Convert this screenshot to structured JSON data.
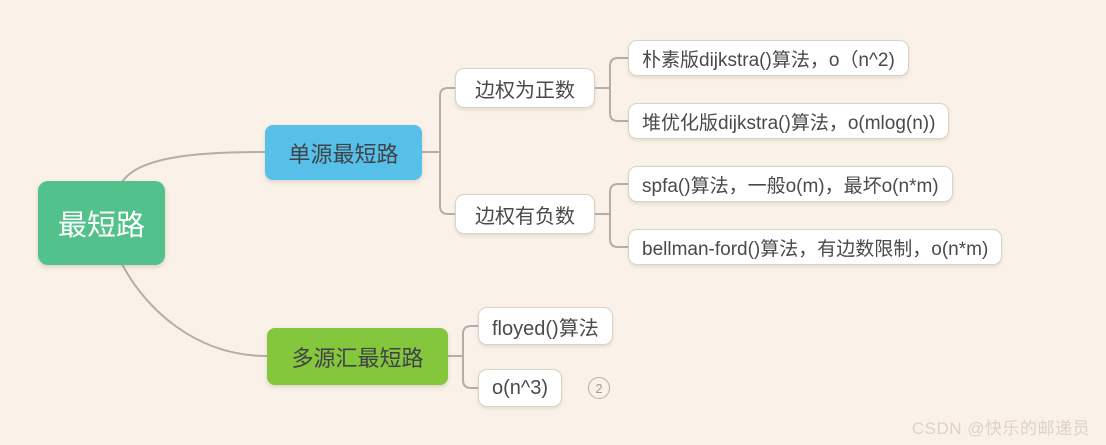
{
  "colors": {
    "background": "#faf2e8",
    "root_fill": "#52c18b",
    "branch1_fill": "#57c0e8",
    "branch2_fill": "#84c63c",
    "node_border": "#d8d3ca",
    "connector": "#b2aeaa",
    "text_dark": "#4a4a4a",
    "text_white": "#ffffff"
  },
  "mindmap": {
    "root": {
      "label": "最短路"
    },
    "branches": [
      {
        "label": "单源最短路",
        "children": [
          {
            "label": "边权为正数",
            "children": [
              {
                "label": "朴素版dijkstra()算法，o（n^2)"
              },
              {
                "label": "堆优化版dijkstra()算法，o(mlog(n))"
              }
            ]
          },
          {
            "label": "边权有负数",
            "children": [
              {
                "label": "spfa()算法，一般o(m)，最坏o(n*m)"
              },
              {
                "label": "bellman-ford()算法，有边数限制，o(n*m)"
              }
            ]
          }
        ]
      },
      {
        "label": "多源汇最短路",
        "children": [
          {
            "label": "floyed()算法"
          },
          {
            "label": "o(n^3)",
            "badge": "2"
          }
        ]
      }
    ]
  },
  "watermark": {
    "text": "CSDN @快乐的邮递员"
  }
}
